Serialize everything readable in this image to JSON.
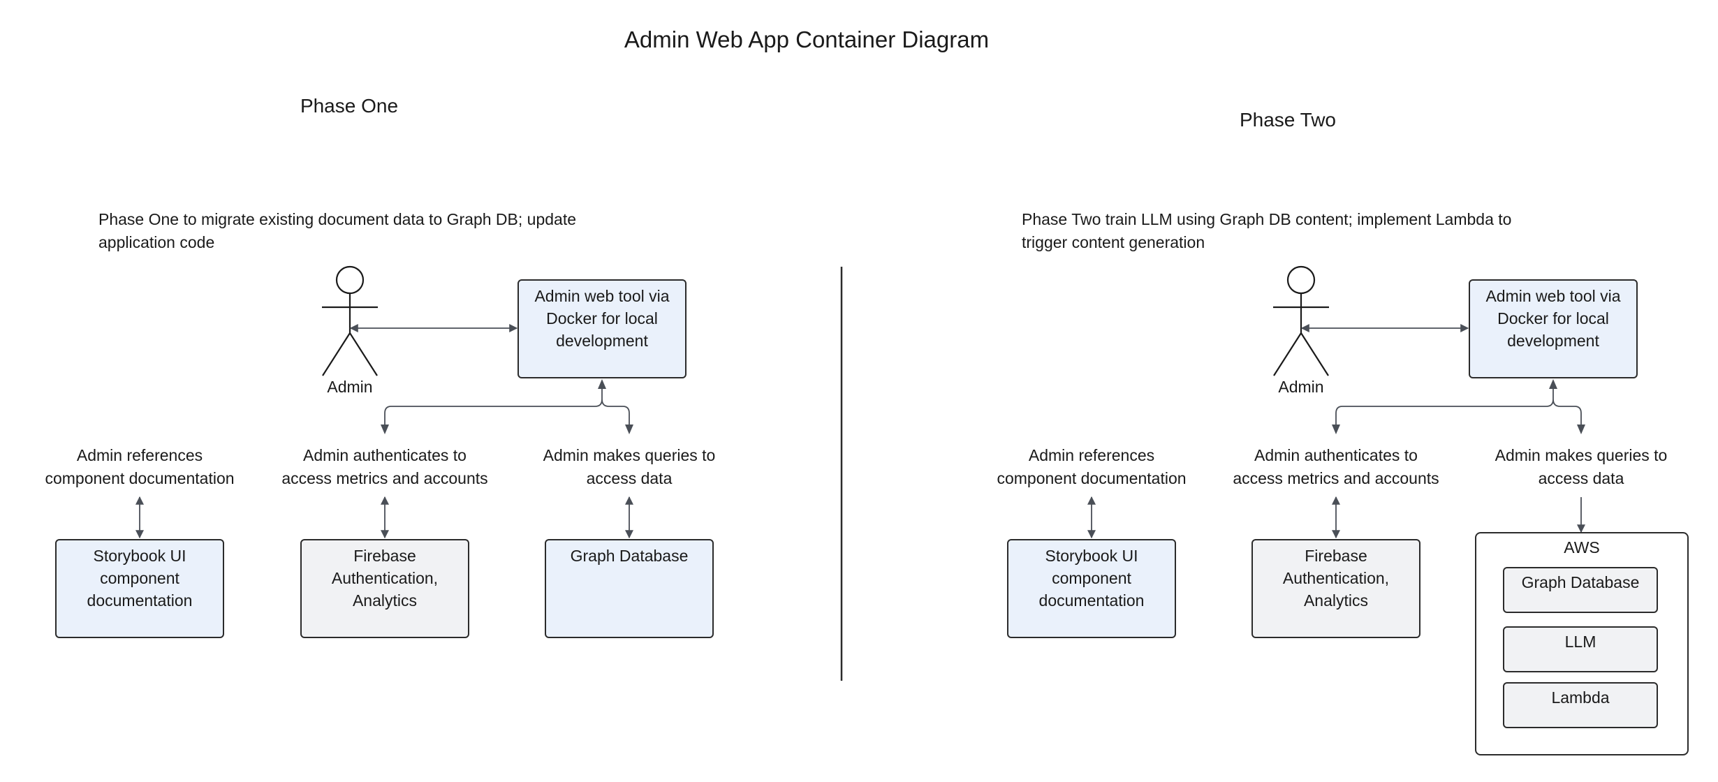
{
  "title": "Admin Web App Container Diagram",
  "phase_one": {
    "heading": "Phase One",
    "description_line1": "Phase One to migrate existing document data to Graph DB; update",
    "description_line2": "application code",
    "actor": "Admin",
    "web_tool": {
      "line1": "Admin web tool via",
      "line2": "Docker for local",
      "line3": "development"
    },
    "label_references": {
      "line1": "Admin references",
      "line2": "component documentation"
    },
    "label_authenticates": {
      "line1": "Admin authenticates to",
      "line2": "access metrics and accounts"
    },
    "label_queries": {
      "line1": "Admin makes queries to",
      "line2": "access data"
    },
    "storybook": {
      "line1": "Storybook UI",
      "line2": "component",
      "line3": "documentation"
    },
    "firebase": {
      "line1": "Firebase",
      "line2": "Authentication,",
      "line3": "Analytics"
    },
    "graph_db": "Graph Database"
  },
  "phase_two": {
    "heading": "Phase Two",
    "description_line1": "Phase Two train LLM using Graph DB content; implement Lambda to",
    "description_line2": "trigger content generation",
    "actor": "Admin",
    "web_tool": {
      "line1": "Admin web tool via",
      "line2": "Docker for local",
      "line3": "development"
    },
    "label_references": {
      "line1": "Admin references",
      "line2": "component documentation"
    },
    "label_authenticates": {
      "line1": "Admin authenticates to",
      "line2": "access metrics and accounts"
    },
    "label_queries": {
      "line1": "Admin makes queries to",
      "line2": "access data"
    },
    "storybook": {
      "line1": "Storybook UI",
      "line2": "component",
      "line3": "documentation"
    },
    "firebase": {
      "line1": "Firebase",
      "line2": "Authentication,",
      "line3": "Analytics"
    },
    "aws": {
      "label": "AWS",
      "graph_db": "Graph Database",
      "llm": "LLM",
      "lambda": "Lambda"
    }
  },
  "colors": {
    "blue_fill": "#eaf1fb",
    "gray_fill": "#f1f2f4",
    "line": "#4a4f57",
    "stroke": "#2b2b2b"
  }
}
